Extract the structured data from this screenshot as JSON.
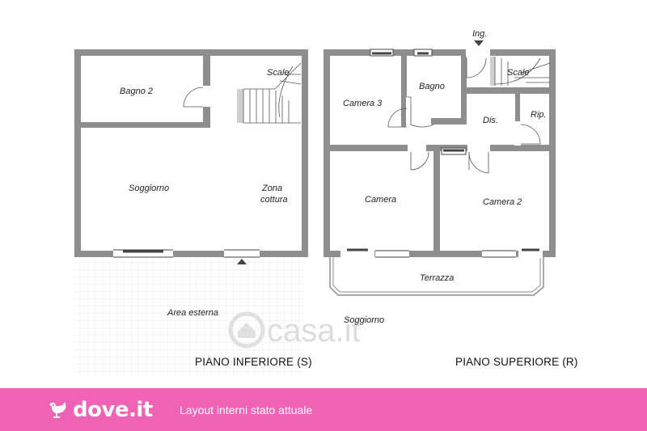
{
  "watermark": "casa.it",
  "lower_floor": {
    "title": "PIANO INFERIORE (S)",
    "rooms": {
      "bagno2": "Bagno 2",
      "scale": "Scale",
      "soggiorno": "Soggiorno",
      "zona_cottura_line1": "Zona",
      "zona_cottura_line2": "cottura",
      "area_esterna": "Area esterna"
    }
  },
  "upper_floor": {
    "title": "PIANO SUPERIORE (R)",
    "entrance": "Ing.",
    "rooms": {
      "camera3": "Camera 3",
      "bagno": "Bagno",
      "scale": "Scale",
      "dis": "Dis.",
      "rip": "Rip.",
      "camera": "Camera",
      "camera2": "Camera 2",
      "terrazza": "Terrazza",
      "soggiorno": "Soggiorno"
    }
  },
  "footer": {
    "brand": "dove.it",
    "caption": "Layout interni stato attuale",
    "background": "#f062b4"
  },
  "colors": {
    "wall": "#8e8e8e",
    "terrace_grid": "#ebebeb",
    "text": "#222222"
  }
}
